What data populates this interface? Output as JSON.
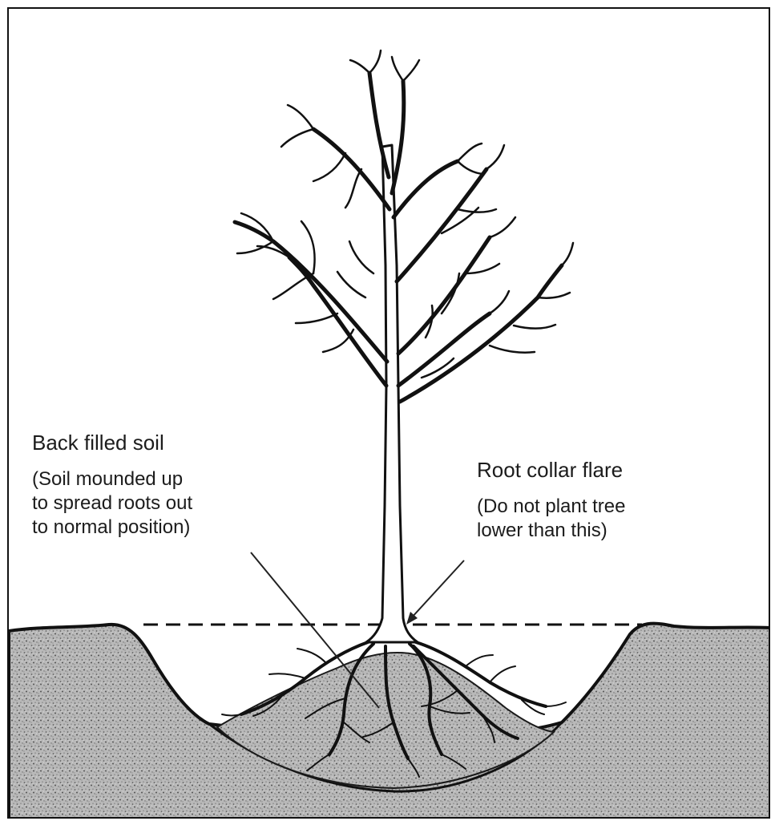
{
  "labels": {
    "backfill": {
      "title": "Back filled soil",
      "note_lines": [
        "(Soil mounded up",
        "to spread roots out",
        "to normal position)"
      ]
    },
    "root_collar": {
      "title": "Root collar flare",
      "note_lines": [
        "(Do not plant tree",
        "lower than this)"
      ]
    }
  },
  "colors": {
    "ink": "#111111",
    "soil_fill": "#b9b9b9",
    "soil_speckle": "#5e5e5e",
    "background": "#ffffff"
  }
}
